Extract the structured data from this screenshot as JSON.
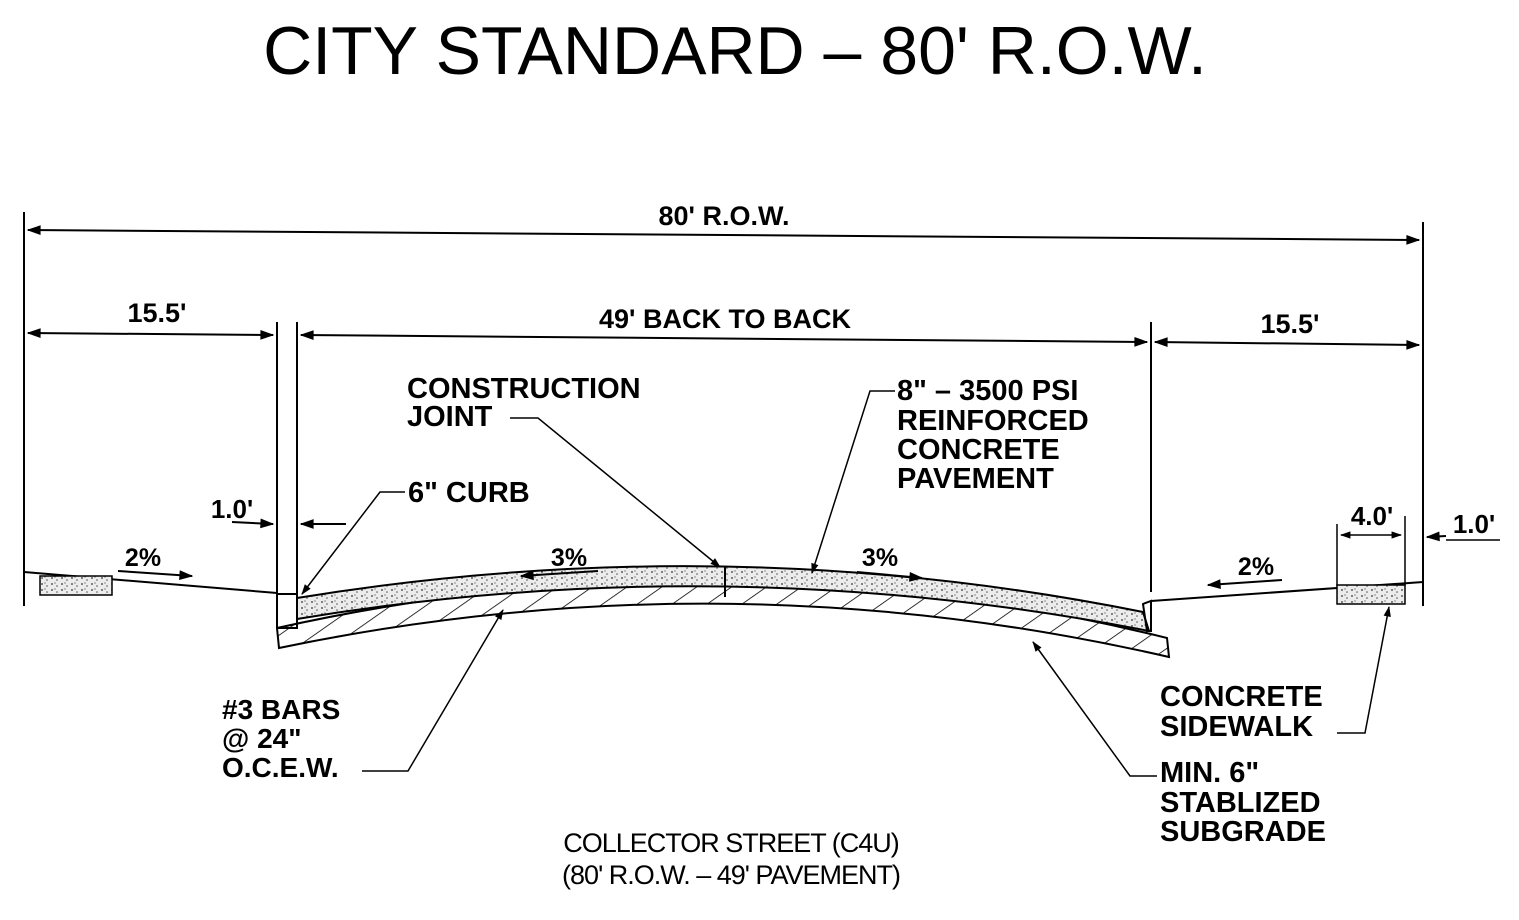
{
  "title": "CITY STANDARD  –  80' R.O.W.",
  "dimensions": {
    "row": "80' R.O.W.",
    "left_parkway": "15.5'",
    "back_to_back": "49' BACK TO BACK",
    "right_parkway": "15.5'",
    "left_offset": "1.0'",
    "sidewalk_width": "4.0'",
    "right_offset": "1.0'"
  },
  "slopes": {
    "left_parkway": "2%",
    "left_pavement": "3%",
    "right_pavement": "3%",
    "right_parkway": "2%"
  },
  "callouts": {
    "construction_joint": [
      "CONSTRUCTION",
      "JOINT"
    ],
    "pavement": [
      "8\" – 3500 PSI",
      "REINFORCED",
      "CONCRETE",
      "PAVEMENT"
    ],
    "curb": "6\" CURB",
    "bars": [
      "#3 BARS",
      "@   24\"",
      "O.C.E.W."
    ],
    "sidewalk": [
      "CONCRETE",
      "SIDEWALK"
    ],
    "subgrade": [
      "MIN. 6\"",
      "STABLIZED",
      "SUBGRADE"
    ]
  },
  "caption": [
    "COLLECTOR STREET (C4U)",
    "(80' R.O.W. – 49' PAVEMENT)"
  ],
  "colors": {
    "ink": "#000000",
    "paper": "#ffffff",
    "fill_concrete": "#e6e6e6"
  }
}
